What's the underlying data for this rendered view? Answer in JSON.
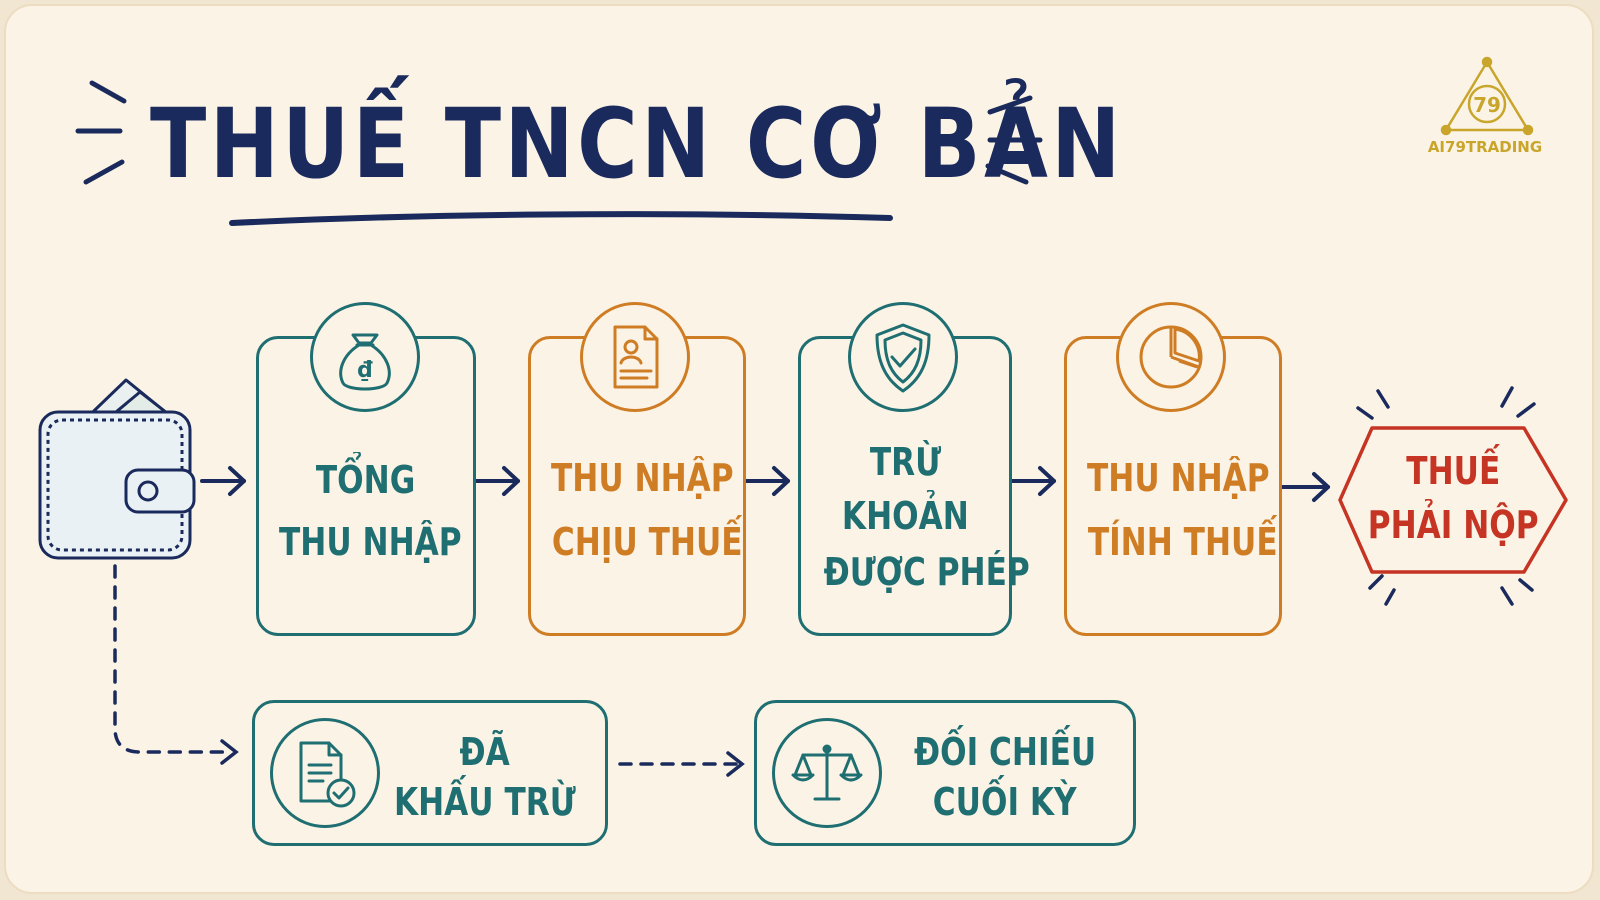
{
  "title": "THUẾ TNCN CƠ BẢN",
  "logo": {
    "text": "AI79TRADING",
    "mark": "79"
  },
  "flow": [
    {
      "id": "tong-thu-nhap",
      "lines": [
        "TỔNG",
        "THU NHẬP"
      ],
      "icon": "money-bag-icon",
      "color": "#1f6e72"
    },
    {
      "id": "thu-nhap-chiu-thue",
      "lines": [
        "THU NHẬP",
        "CHỊU THUẾ"
      ],
      "icon": "document-person-icon",
      "color": "#cf7d25"
    },
    {
      "id": "tru-khoan-duoc-phep",
      "lines": [
        "TRỪ",
        "KHOẢN",
        "ĐƯỢC PHÉP"
      ],
      "icon": "shield-check-icon",
      "color": "#1f6e72"
    },
    {
      "id": "thu-nhap-tinh-thue",
      "lines": [
        "THU NHẬP",
        "TÍNH THUẾ"
      ],
      "icon": "pie-chart-icon",
      "color": "#cf7d25"
    }
  ],
  "result": {
    "lines": [
      "THUẾ",
      "PHẢI NỘP"
    ],
    "color": "#c63424"
  },
  "bottom": [
    {
      "id": "da-khau-tru",
      "lines": [
        "ĐÃ",
        "KHẤU TRỪ"
      ],
      "icon": "document-check-icon"
    },
    {
      "id": "doi-chieu-cuoi-ky",
      "lines": [
        "ĐỐI CHIẾU",
        "CUỐI KỲ"
      ],
      "icon": "scales-icon"
    }
  ],
  "colors": {
    "navy": "#1b2a5c",
    "teal": "#1f6e72",
    "orange": "#cf7d25",
    "red": "#c63424",
    "background": "#fbf4e6",
    "logo": "#c9a52b"
  },
  "start_icon": "wallet-icon"
}
